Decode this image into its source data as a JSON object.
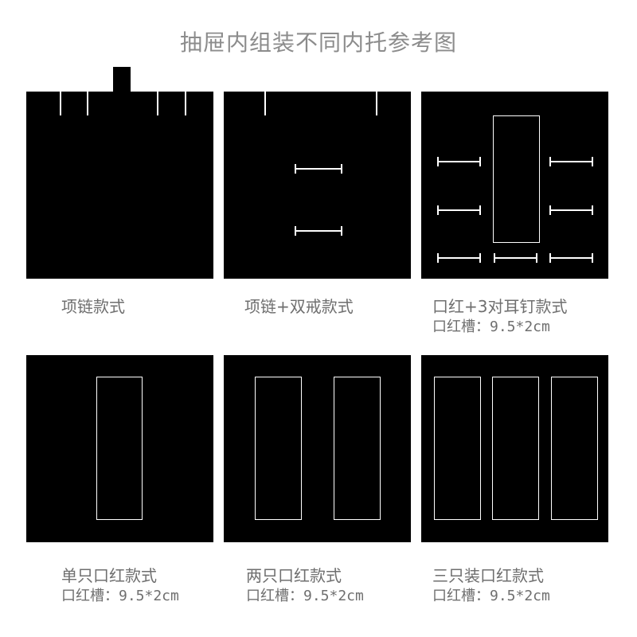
{
  "title": "抽屉内组装不同内托参考图",
  "variants": [
    {
      "name": "项链款式"
    },
    {
      "name": "项链+双戒款式"
    },
    {
      "name": "口红+3对耳钉款式",
      "spec": "口红槽：9.5*2cm"
    },
    {
      "name": "单只口红款式",
      "spec": "口红槽：9.5*2cm"
    },
    {
      "name": "两只口红款式",
      "spec": "口红槽：9.5*2cm"
    },
    {
      "name": "三只装口红款式",
      "spec": "口红槽：9.5*2cm"
    }
  ],
  "colors": {
    "tray": "#000000",
    "insert_lines": "#ffffff",
    "title_text": "#8c8c8c",
    "caption_text": "#6f6f6f"
  }
}
